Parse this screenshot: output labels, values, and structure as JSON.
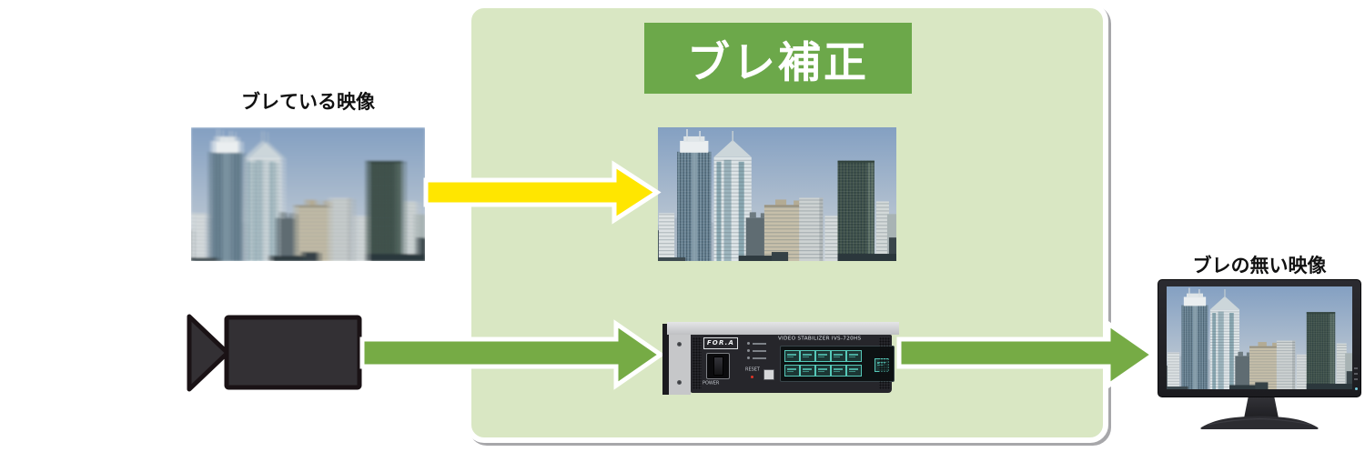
{
  "diagram": {
    "title": "ブレ補正",
    "input_label": "ブレている映像",
    "output_label": "ブレの無い映像"
  },
  "device": {
    "brand": "FOR.A",
    "model": "VIDEO STABILIZER IVS-720HS",
    "power_label": "POWER",
    "reset_label": "RESET"
  },
  "colors": {
    "canvas_bg": "#ffffff",
    "process_box_fill": "#d9e7c3",
    "process_box_border": "#ffffff",
    "title_bg": "#6ca84a",
    "title_text": "#ffffff",
    "arrow_yellow": "#ffe600",
    "arrow_green": "#76ab45",
    "arrow_outline": "#ffffff",
    "label_text": "#111111",
    "camera_fill": "#333034",
    "camera_outline": "#1a1215",
    "device_panel": "#26262b",
    "monitor_frame": "#1f1f24"
  },
  "icons": {
    "camera": "video-camera-icon",
    "stabilizer_unit": "stabilizer-device",
    "monitor": "monitor-icon",
    "arrow_input": "yellow-arrow-icon",
    "arrow_camera_to_device": "green-arrow-left-icon",
    "arrow_device_to_monitor": "green-arrow-right-icon"
  }
}
